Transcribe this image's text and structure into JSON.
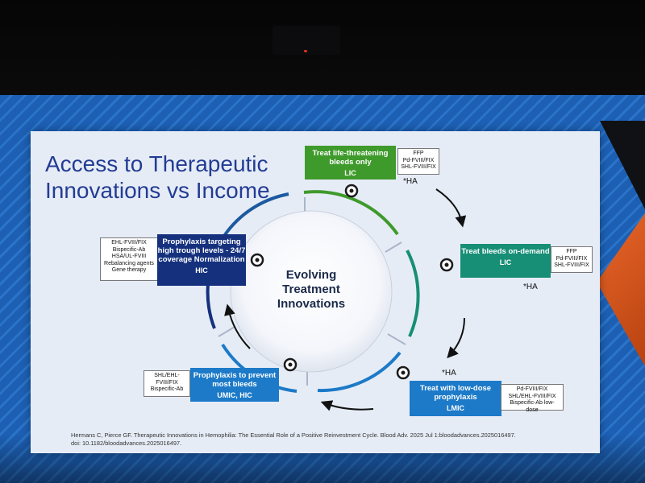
{
  "slide": {
    "title": "Access to Therapeutic\nInnovations vs Income",
    "center_label": [
      "Evolving",
      "Treatment",
      "Innovations"
    ],
    "citation": "Hermans C, Pierce GF. Therapeutic Innovations in Hemophilia: The Essential Role of a Positive Reinvestment Cycle. Blood Adv. 2025 Jul 1:bloodadvances.2025016497.\ndoi: 10.1182/bloodadvances.2025016497."
  },
  "stages": [
    {
      "title": "Treat life-threatening bleeds only",
      "level": "LIC",
      "color": "#3f9a2c",
      "agents": [
        "FFP",
        "Pd-FVIII/FIX",
        "SHL-FVIII/FIX"
      ],
      "note": "*HA"
    },
    {
      "title": "Treat bleeds on-demand",
      "level": "LIC",
      "color": "#178e76",
      "agents": [
        "FFP",
        "Pd-FVIII/FIX",
        "SHL-FVIII/FIX"
      ],
      "note": "*HA"
    },
    {
      "title": "Treat with low-dose prophylaxis",
      "level": "LMIC",
      "color": "#1c7ac8",
      "agents": [
        "Pd-FVIII/FIX",
        "SHL/EHL-FVIII/FIX",
        "Bispecific-Ab low-dose"
      ],
      "note": "*HA"
    },
    {
      "title": "Prophylaxis to prevent most bleeds",
      "level": "UMIC, HIC",
      "color": "#1c7ac8",
      "agents": [
        "SHL/EHL-",
        "FVIII/FIX",
        "Bispecific-Ab"
      ]
    },
    {
      "title": "Prophylaxis targeting high trough levels - 24/7 coverage Normalization",
      "level": "HIC",
      "color": "#15317e",
      "agents": [
        "EHL-FVIII/FIX",
        "Bispecific-Ab",
        "HSA/UL-FVIII",
        "Rebalancing agents",
        "Gene therapy"
      ]
    }
  ]
}
